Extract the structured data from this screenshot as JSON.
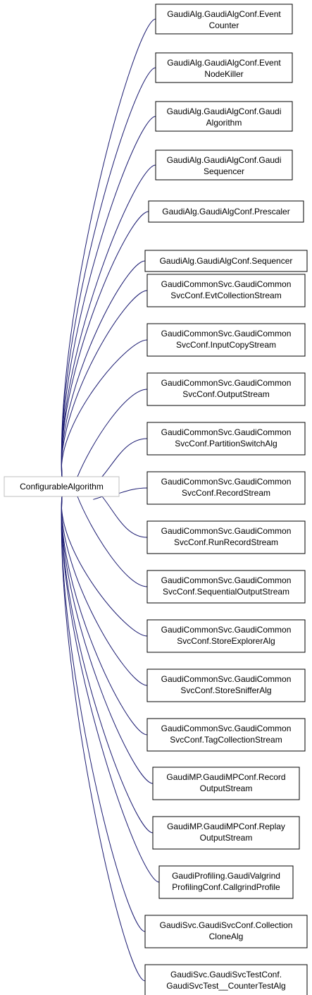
{
  "root": {
    "label": "ConfigurableAlgorithm"
  },
  "nodes": [
    {
      "lines": [
        "GaudiAlg.GaudiAlgConf.Event",
        "Counter"
      ]
    },
    {
      "lines": [
        "GaudiAlg.GaudiAlgConf.Event",
        "NodeKiller"
      ]
    },
    {
      "lines": [
        "GaudiAlg.GaudiAlgConf.Gaudi",
        "Algorithm"
      ]
    },
    {
      "lines": [
        "GaudiAlg.GaudiAlgConf.Gaudi",
        "Sequencer"
      ]
    },
    {
      "lines": [
        "GaudiAlg.GaudiAlgConf.Prescaler"
      ]
    },
    {
      "lines": [
        "GaudiAlg.GaudiAlgConf.Sequencer"
      ]
    },
    {
      "lines": [
        "GaudiCommonSvc.GaudiCommon",
        "SvcConf.EvtCollectionStream"
      ]
    },
    {
      "lines": [
        "GaudiCommonSvc.GaudiCommon",
        "SvcConf.InputCopyStream"
      ]
    },
    {
      "lines": [
        "GaudiCommonSvc.GaudiCommon",
        "SvcConf.OutputStream"
      ]
    },
    {
      "lines": [
        "GaudiCommonSvc.GaudiCommon",
        "SvcConf.PartitionSwitchAlg"
      ]
    },
    {
      "lines": [
        "GaudiCommonSvc.GaudiCommon",
        "SvcConf.RecordStream"
      ]
    },
    {
      "lines": [
        "GaudiCommonSvc.GaudiCommon",
        "SvcConf.RunRecordStream"
      ]
    },
    {
      "lines": [
        "GaudiCommonSvc.GaudiCommon",
        "SvcConf.SequentialOutputStream"
      ]
    },
    {
      "lines": [
        "GaudiCommonSvc.GaudiCommon",
        "SvcConf.StoreExplorerAlg"
      ]
    },
    {
      "lines": [
        "GaudiCommonSvc.GaudiCommon",
        "SvcConf.StoreSnifferAlg"
      ]
    },
    {
      "lines": [
        "GaudiCommonSvc.GaudiCommon",
        "SvcConf.TagCollectionStream"
      ]
    },
    {
      "lines": [
        "GaudiMP.GaudiMPConf.Record",
        "OutputStream"
      ]
    },
    {
      "lines": [
        "GaudiMP.GaudiMPConf.Replay",
        "OutputStream"
      ]
    },
    {
      "lines": [
        "GaudiProfiling.GaudiValgrind",
        "ProfilingConf.CallgrindProfile"
      ]
    },
    {
      "lines": [
        "GaudiSvc.GaudiSvcConf.Collection",
        "CloneAlg"
      ]
    },
    {
      "lines": [
        "GaudiSvc.GaudiSvcTestConf.",
        "GaudiSvcTest__CounterTestAlg"
      ]
    }
  ],
  "colors": {
    "edge": "#191970",
    "root_border": "#bfbfbf",
    "node_border": "#000000"
  }
}
